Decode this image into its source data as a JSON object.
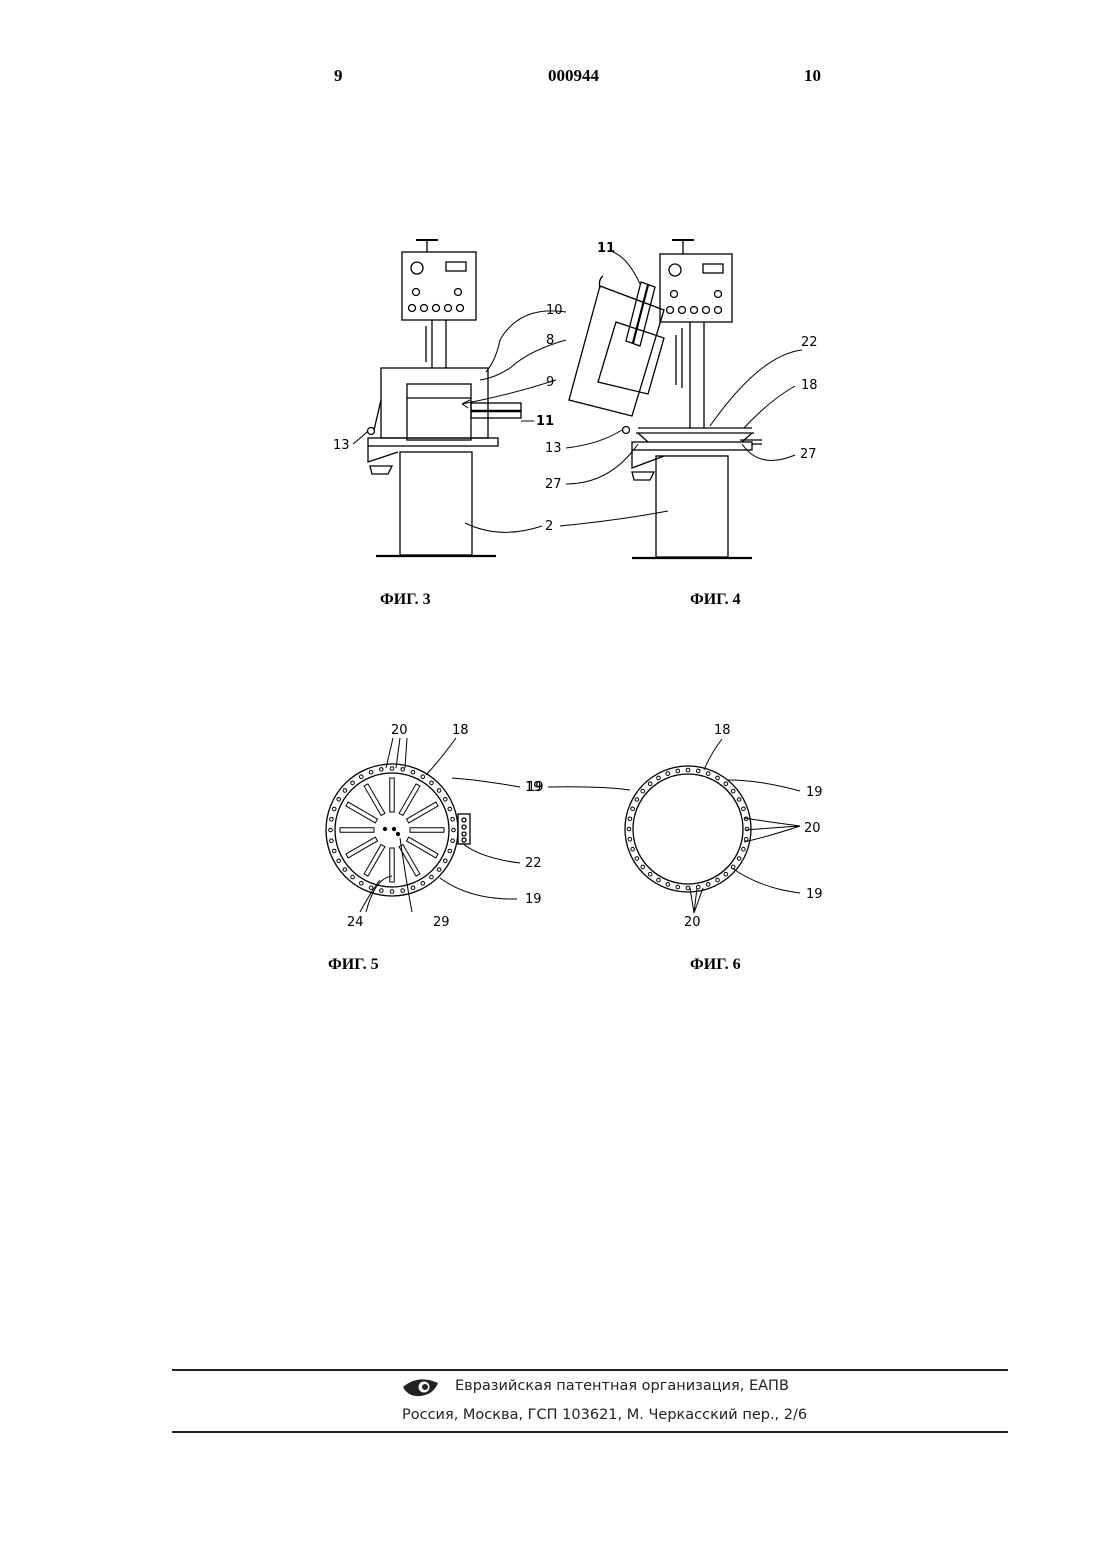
{
  "header": {
    "page_left": "9",
    "doc_number": "000944",
    "page_right": "10"
  },
  "figures": {
    "fig3": {
      "caption": "ФИГ. 3",
      "labels": {
        "l13": "13",
        "l11": "11",
        "l10": "10",
        "l8": "8",
        "l9": "9",
        "l2": "2"
      }
    },
    "fig4": {
      "caption": "ФИГ. 4",
      "labels": {
        "l11": "11",
        "l22": "22",
        "l18": "18",
        "l13": "13",
        "l27a": "27",
        "l27b": "27"
      }
    },
    "fig5": {
      "caption": "ФИГ. 5",
      "labels": {
        "l20": "20",
        "l18": "18",
        "l19a": "19",
        "l22": "22",
        "l19b": "19",
        "l24": "24",
        "l29": "29"
      }
    },
    "fig6": {
      "caption": "ФИГ. 6",
      "labels": {
        "l18": "18",
        "l19a": "19",
        "l20a": "20",
        "l19b": "19",
        "l20b": "20"
      }
    }
  },
  "footer": {
    "organization": "Евразийская патентная организация, ЕАПВ",
    "address": "Россия, Москва, ГСП 103621, М. Черкасский пер., 2/6",
    "logo_icon": "eapo-logo-icon"
  }
}
